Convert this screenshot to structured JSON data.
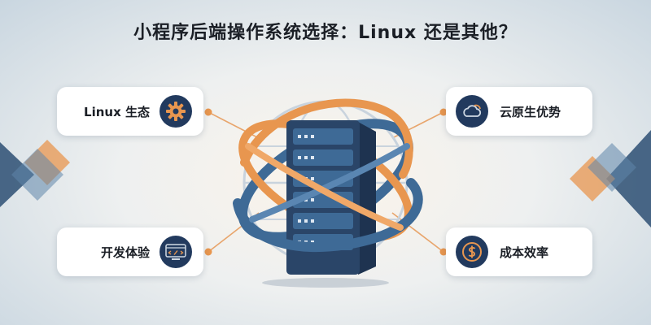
{
  "title": "小程序后端操作系统选择：Linux 还是其他？",
  "cards": {
    "top_left": {
      "label": "Linux 生态",
      "icon": "gear-icon"
    },
    "bottom_left": {
      "label": "开发体验",
      "icon": "code-screen-icon"
    },
    "top_right": {
      "label": "云原生优势",
      "icon": "cloud-icon"
    },
    "bottom_right": {
      "label": "成本效率",
      "icon": "dollar-icon"
    }
  },
  "colors": {
    "navy": "#223a5e",
    "orange": "#e8964f",
    "blue": "#3e6a96"
  }
}
